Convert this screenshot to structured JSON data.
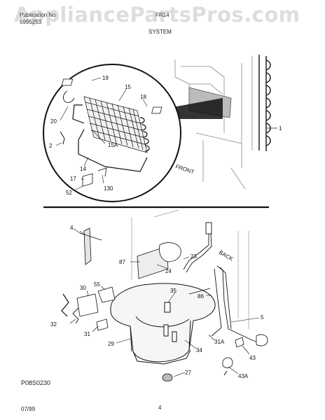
{
  "header": {
    "publication_label": "Publication No",
    "publication_number": "5995253",
    "model": "FR14",
    "section": "SYSTEM"
  },
  "watermark": "AppliancePartsPros.com",
  "callouts": {
    "top": [
      "19",
      "15",
      "18",
      "20",
      "2",
      "15A",
      "14",
      "17",
      "130",
      "52",
      "1"
    ],
    "bottom": [
      "4",
      "23",
      "87",
      "24",
      "55",
      "30",
      "35",
      "86",
      "5",
      "32",
      "31",
      "29",
      "34",
      "31A",
      "43",
      "27",
      "43A"
    ]
  },
  "diagram_text": {
    "front": "FRONT",
    "back": "BACK"
  },
  "figure_code": "P08S0230",
  "footer": {
    "date": "07/99",
    "page": "4"
  }
}
